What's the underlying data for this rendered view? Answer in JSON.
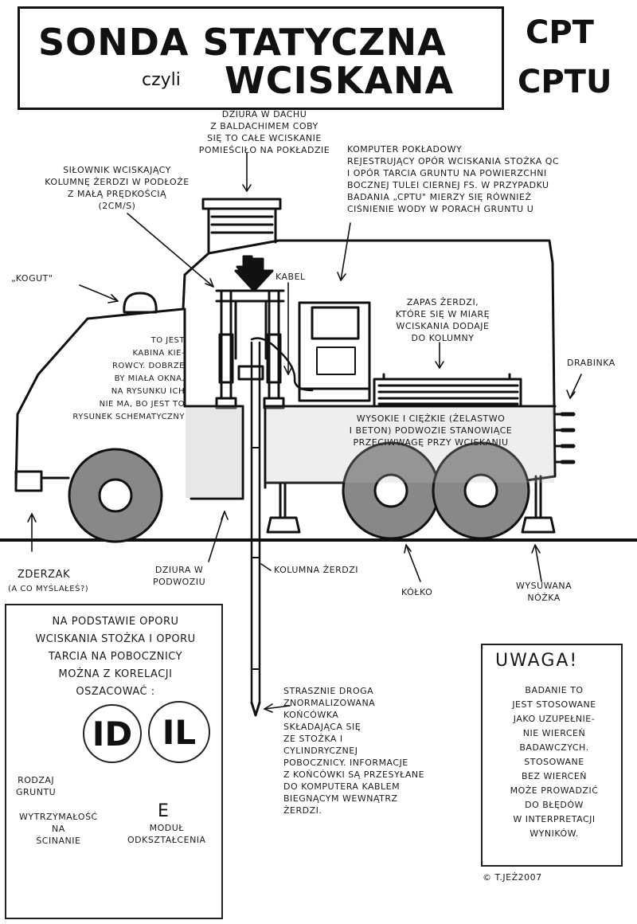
{
  "title": {
    "line1": "SONDA STATYCZNA",
    "czyli": "czyli",
    "line2": "WCISKANA",
    "tag1": "CPT",
    "tag2": "CPTU"
  },
  "labels": {
    "dziura_dach": "DZIURA W DACHU\nZ BALDACHIMEM COBY\nSIĘ TO CAŁE WCISKANIE\nPOMIEŚCIŁO NA POKŁADZIE",
    "silownik": "SIŁOWNIK WCISKAJĄCY\nKOLUMNĘ ŻERDZI W PODŁOŻE\nZ MAŁĄ PRĘDKOŚCIĄ\n(2cm/s)",
    "komputer": "KOMPUTER POKŁADOWY\nREJESTRUJĄCY OPÓR WCISKANIA STOŻKA qc\nI OPÓR TARCIA GRUNTU NA POWIERZCHNI\nBOCZNEJ TULEI CIERNEJ fs. W PRZYPADKU\nBADANIA „CPTU\" MIERZY SIĘ RÓWNIEŻ\nCIŚNIENIE WODY W PORACH GRUNTU u",
    "kogut": "„KOGUT\"",
    "kabel": "KABEL",
    "kabina": "TO JEST\nKABINA KIE-\nROWCY. DOBRZE\nBY MIAŁA OKNA.\nNA RYSUNKU ICH\nNIE MA, BO JEST TO\nRYSUNEK SCHEMATYCZNY",
    "zapas": "ZAPAS ŻERDZI,\nKTÓRE SIĘ W MIARĘ\nWCISKANIA DODAJE\nDO KOLUMNY",
    "drabinka": "DRABINKA",
    "podwozie": "WYSOKIE I CIĘŻKIE (ŻELASTWO\nI BETON) PODWOZIE STANOWIĄCE\nPRZECIWWAGĘ PRZY WCISKANIU",
    "zderzak": "ZDERZAK",
    "zderzak_q": "(A CO MYŚLAŁEŚ?)",
    "dziura_podwozie": "DZIURA W\nPODWOZIU",
    "kolumna": "KOLUMNA ŻERDZI",
    "kolko": "KÓŁKO",
    "nozka": "WYSUWANA\nNÓŻKA",
    "koncowka": "STRASZNIE DROGA\nZNORMALIZOWANA\nKOŃCÓWKA\nSKŁADAJĄCA SIĘ\nZE STOŻKA I\nCYLINDRYCZNEJ\nPOBOCZNICY. INFORMACJE\nZ KOŃCÓWKI SĄ PRZESYŁANE\nDO KOMPUTERA KABLEM\nBIEGNĄCYM WEWNĄTRZ\nŻERDZI."
  },
  "left_box": {
    "intro": "NA PODSTAWIE OPORU\nWCISKANIA STOŻKA I OPORU\nTARCIA NA POBOCZNICY\nMOŻNA Z KORELACJI\nOSZACOWAĆ :",
    "id_symbol": "ID",
    "il_symbol": "IL",
    "rodzaj": "RODZAJ\nGRUNTU",
    "wytrzymalosc": "WYTRZYMAŁOŚĆ\nNA\nŚCINANIE",
    "modul_symbol": "E",
    "modul": "MODUŁ\nODKSZTAŁCENIA"
  },
  "right_box": {
    "heading": "UWAGA!",
    "body": "BADANIE TO\nJEST STOSOWANE\nJAKO UZUPEŁNIE-\nNIE WIERCEŃ\nBADAWCZYCH.\nSTOSOWANE\nBEZ WIERCEŃ\nMOŻE PROWADZIĆ\nDO BŁĘDÓW\nW INTERPRETACJI\nWYNIKÓW."
  },
  "copyright": "© T.JEŻ2007"
}
